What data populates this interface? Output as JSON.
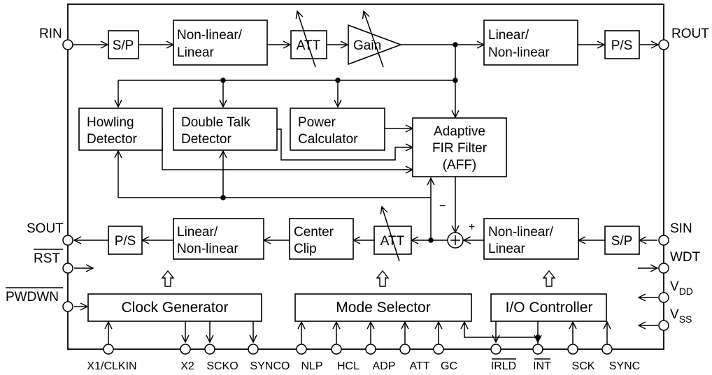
{
  "blocks": {
    "sp_top": "S/P",
    "nl_top_1": "Non-linear/",
    "nl_top_2": "Linear",
    "att_top": "ATT",
    "gain": "Gain",
    "ln_top_1": "Linear/",
    "ln_top_2": "Non-linear",
    "ps_top": "P/S",
    "howling_1": "Howling",
    "howling_2": "Detector",
    "double_1": "Double Talk",
    "double_2": "Detector",
    "power_1": "Power",
    "power_2": "Calculator",
    "aff_1": "Adaptive",
    "aff_2": "FIR Filter",
    "aff_3": "(AFF)",
    "ps_bot": "P/S",
    "ln_bot_1": "Linear/",
    "ln_bot_2": "Non-linear",
    "center_1": "Center",
    "center_2": "Clip",
    "att_bot": "ATT",
    "nl_bot_1": "Non-linear/",
    "nl_bot_2": "Linear",
    "sp_bot": "S/P",
    "clock": "Clock Generator",
    "mode": "Mode Selector",
    "io": "I/O Controller"
  },
  "signs": {
    "minus": "−",
    "plus": "+"
  },
  "pins": {
    "rin": "RIN",
    "rout": "ROUT",
    "sout": "SOUT",
    "rst": "RST",
    "pwdwn": "PWDWN",
    "sin": "SIN",
    "wdt": "WDT",
    "vdd_main": "V",
    "vdd_sub": "DD",
    "vss_main": "V",
    "vss_sub": "SS",
    "x1clkin": "X1/CLKIN",
    "x2": "X2",
    "scko": "SCKO",
    "synco": "SYNCO",
    "nlp": "NLP",
    "hcl": "HCL",
    "adp": "ADP",
    "att": "ATT",
    "gc": "GC",
    "irld": "IRLD",
    "int": "INT",
    "sck": "SCK",
    "sync": "SYNC"
  }
}
